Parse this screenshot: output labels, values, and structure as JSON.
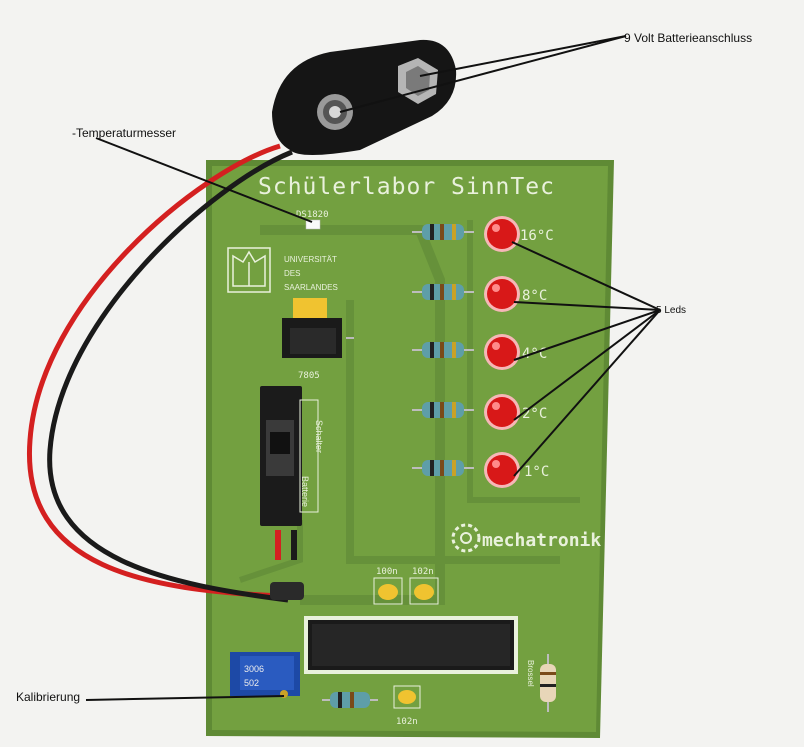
{
  "board": {
    "title": "Schülerlabor SinnTec",
    "sensor_code": "DS1820",
    "university": [
      "UNIVERSITÄT",
      "DES",
      "SAARLANDES"
    ],
    "regulator_code": "7805",
    "switch_label": "Schalter",
    "battery_label": "Batterie",
    "logo_text": "mechatronik",
    "cap_labels": [
      "100n",
      "102n"
    ],
    "cap_label_bottom": "102n",
    "speaker_label": "Brossel",
    "pot_code": "3006",
    "pot_code2": "502"
  },
  "leds": [
    {
      "label": "16°C"
    },
    {
      "label": "8°C"
    },
    {
      "label": "4°C"
    },
    {
      "label": "2°C"
    },
    {
      "label": "1°C"
    }
  ],
  "annotations": {
    "battery": "9 Volt Batterieanschluss",
    "temperature": "-Temperaturmesser",
    "leds": "5 Leds",
    "calibration": "Kalibrierung"
  },
  "colors": {
    "pcb": "#6f9a3e",
    "led": "#d81818",
    "wire_red": "#d42020",
    "wire_black": "#1a1a1a"
  }
}
